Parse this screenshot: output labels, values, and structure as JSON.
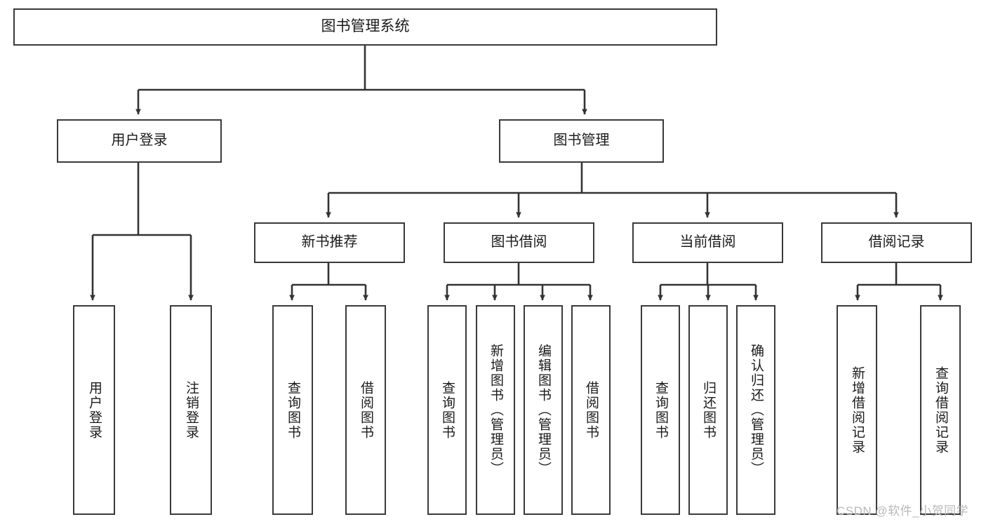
{
  "diagram": {
    "title_node": {
      "label": "图书管理系统"
    },
    "level2": [
      {
        "id": "user-login",
        "label": "用户登录"
      },
      {
        "id": "book-management",
        "label": "图书管理"
      }
    ],
    "level3": [
      {
        "id": "new-book-recommend",
        "label": "新书推荐"
      },
      {
        "id": "book-borrow",
        "label": "图书借阅"
      },
      {
        "id": "current-borrow",
        "label": "当前借阅"
      },
      {
        "id": "borrow-record",
        "label": "借阅记录"
      }
    ],
    "leaves": {
      "user_login": [
        {
          "id": "leaf-user-login",
          "label": "用户登录"
        },
        {
          "id": "leaf-logout",
          "label": "注销登录"
        }
      ],
      "new_book_recommend": [
        {
          "id": "leaf-query-book-1",
          "label": "查询图书"
        },
        {
          "id": "leaf-borrow-book-1",
          "label": "借阅图书"
        }
      ],
      "book_borrow": [
        {
          "id": "leaf-query-book-2",
          "label": "查询图书"
        },
        {
          "id": "leaf-add-book",
          "label": "新增图书（管理员）"
        },
        {
          "id": "leaf-edit-book",
          "label": "编辑图书（管理员）"
        },
        {
          "id": "leaf-borrow-book-2",
          "label": "借阅图书"
        }
      ],
      "current_borrow": [
        {
          "id": "leaf-query-book-3",
          "label": "查询图书"
        },
        {
          "id": "leaf-return-book",
          "label": "归还图书"
        },
        {
          "id": "leaf-confirm-return",
          "label": "确认归还（管理员）"
        }
      ],
      "borrow_record": [
        {
          "id": "leaf-add-record",
          "label": "新增借阅记录"
        },
        {
          "id": "leaf-query-record",
          "label": "查询借阅记录"
        }
      ]
    },
    "colors": {
      "border": "#3a3a3a",
      "text": "#1b1b1b",
      "background": "#ffffff",
      "connector": "#333333",
      "watermark": "#b9b9b9"
    }
  },
  "watermark": {
    "text": "CSDN @软件_小贺同学"
  }
}
